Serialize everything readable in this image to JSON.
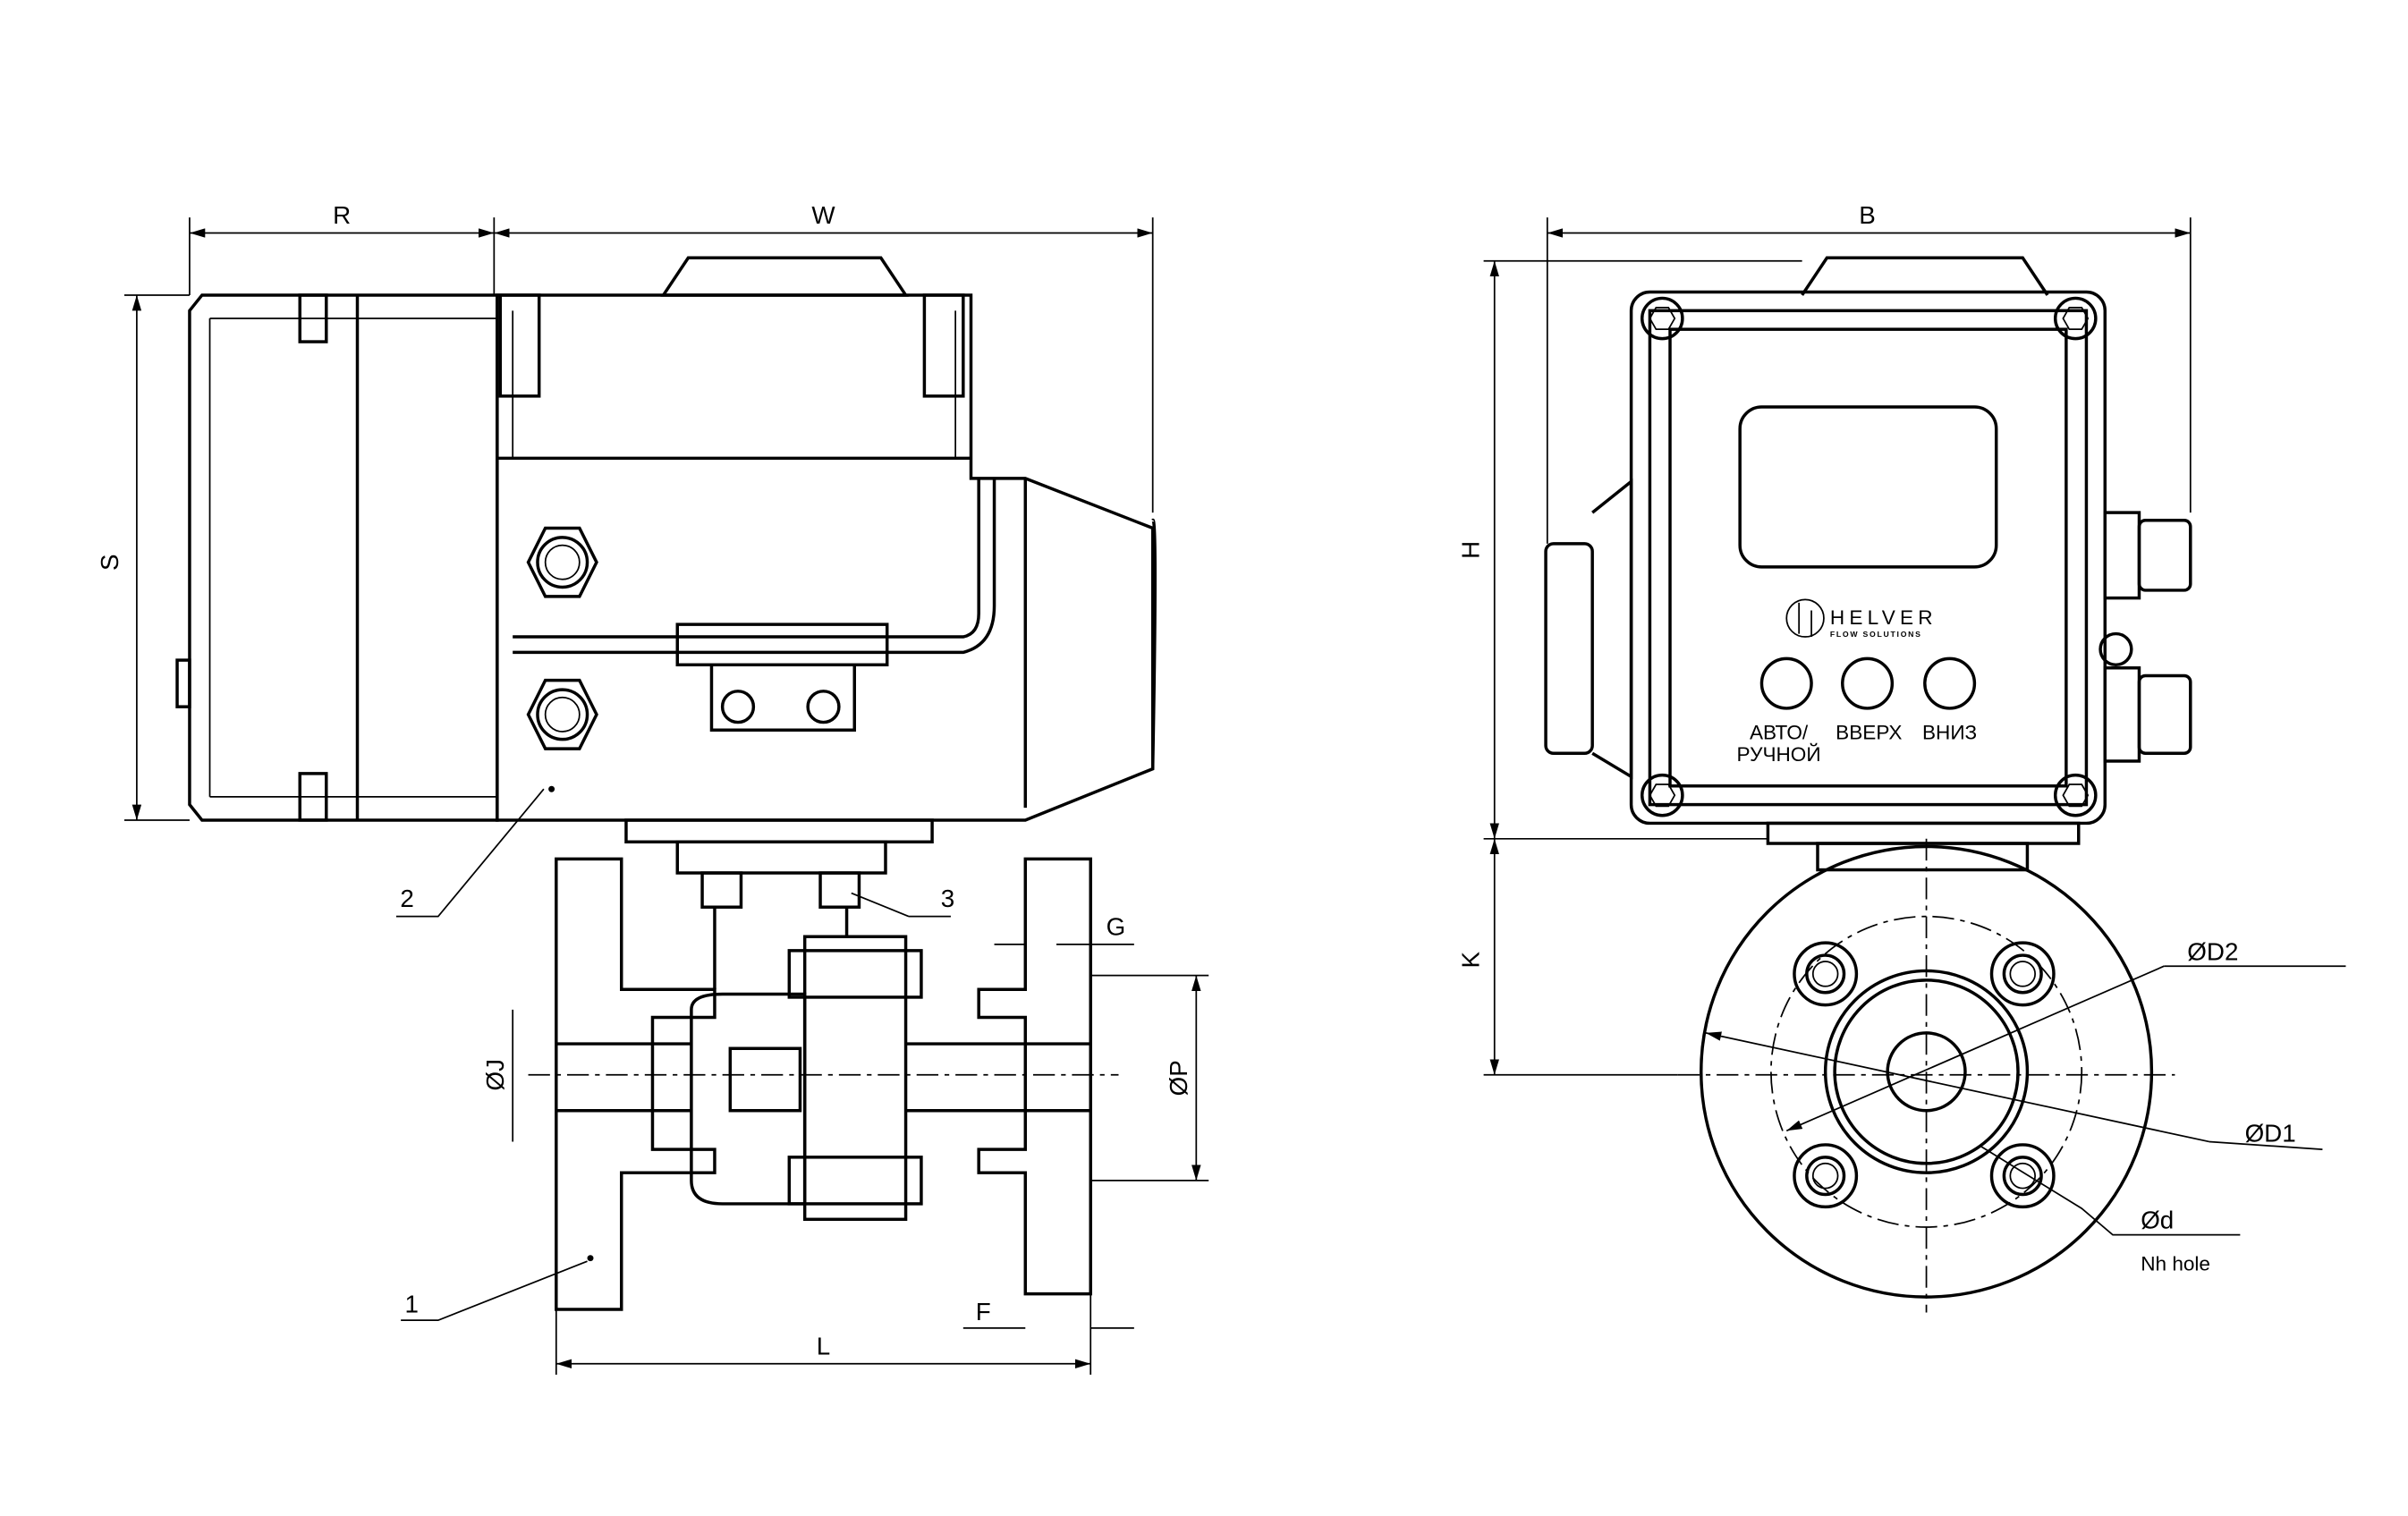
{
  "dimensions": {
    "R": "R",
    "W": "W",
    "S": "S",
    "B": "B",
    "H": "H",
    "K": "K",
    "L": "L",
    "G": "G",
    "F": "F",
    "J": "ØJ",
    "P": "ØP",
    "D2": "ØD2",
    "D1": "ØD1",
    "d": "Ød",
    "holes": "Nh hole"
  },
  "callouts": [
    "1",
    "2",
    "3"
  ],
  "panel": {
    "brand": "HELVER",
    "brand_sub": "FLOW SOLUTIONS",
    "buttons": [
      {
        "line1": "АВТО/",
        "line2": "РУЧНОЙ"
      },
      {
        "line1": "ВВЕРХ",
        "line2": ""
      },
      {
        "line1": "ВНИЗ",
        "line2": ""
      }
    ]
  }
}
